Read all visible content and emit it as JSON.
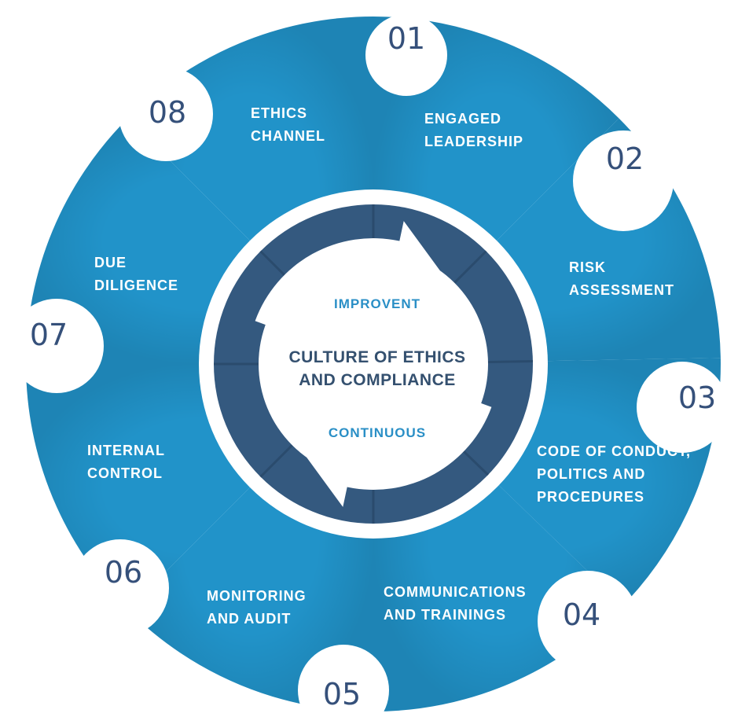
{
  "center": {
    "title_lines": [
      "CULTURE OF ETHICS",
      "AND COMPLIANCE"
    ],
    "top_word": "IMPROVENT",
    "bottom_word": "CONTINUOUS"
  },
  "segments": [
    {
      "number": "01",
      "lines": [
        "ENGAGED",
        "LEADERSHIP"
      ]
    },
    {
      "number": "02",
      "lines": [
        "RISK",
        "ASSESSMENT"
      ]
    },
    {
      "number": "03",
      "lines": [
        "CODE OF CONDUCT,",
        "POLITICS AND",
        "PROCEDURES"
      ]
    },
    {
      "number": "04",
      "lines": [
        "COMMUNICATIONS",
        "AND TRAININGS"
      ]
    },
    {
      "number": "05",
      "lines": [
        "MONITORING",
        "AND AUDIT"
      ]
    },
    {
      "number": "06",
      "lines": [
        "INTERNAL",
        "CONTROL"
      ]
    },
    {
      "number": "07",
      "lines": [
        "DUE",
        "DILIGENCE"
      ]
    },
    {
      "number": "08",
      "lines": [
        "ETHICS",
        "CHANNEL"
      ]
    }
  ],
  "colors": {
    "segment": "#2193c9",
    "ring": "#34597f",
    "white": "#ffffff",
    "number": "#35507a",
    "center_title": "#34506f",
    "center_sub": "#2a8fc6"
  }
}
